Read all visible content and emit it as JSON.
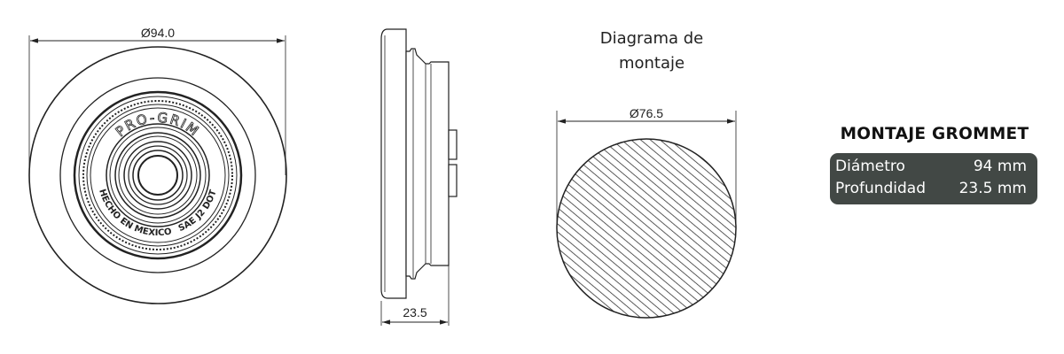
{
  "front_view": {
    "diameter_label": "Ø94.0",
    "emboss_text": [
      "PRO-GRIM",
      "HECHO EN MEXICO",
      "SAE J2 ... DOT"
    ]
  },
  "side_view": {
    "depth_label": "23.5"
  },
  "mounting": {
    "title_line1": "Diagrama de",
    "title_line2": "montaje",
    "hole_diameter_label": "Ø76.5"
  },
  "specs": {
    "title": "MONTAJE GROMMET",
    "rows": [
      {
        "label": "Diámetro",
        "value": "94 mm"
      },
      {
        "label": "Profundidad",
        "value": "23.5 mm"
      }
    ],
    "box_color": "#424845"
  }
}
